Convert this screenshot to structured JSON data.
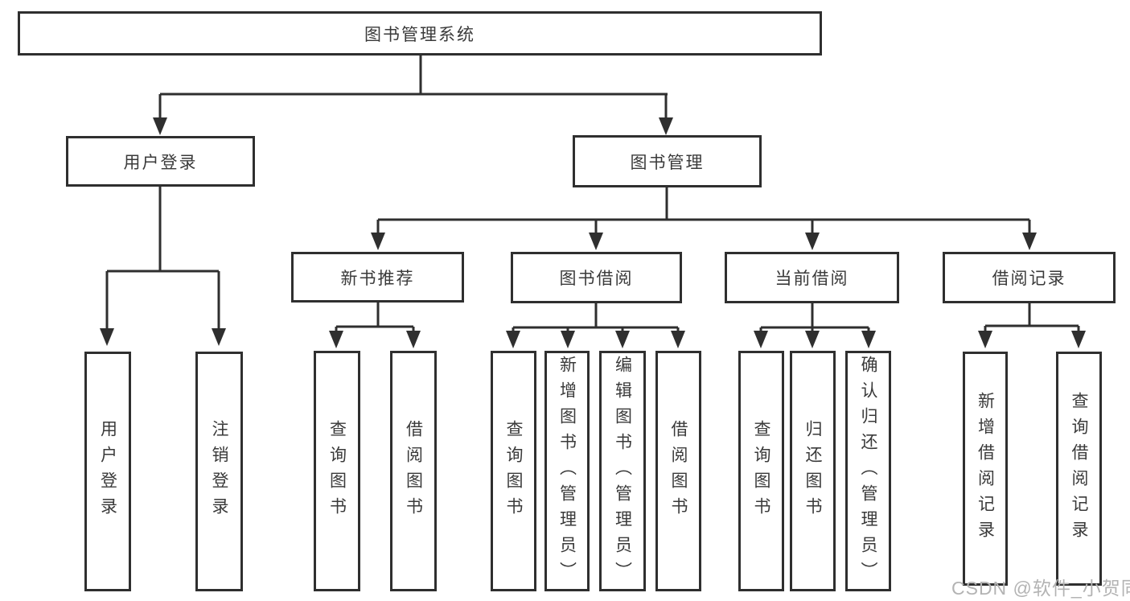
{
  "diagram": {
    "watermark": "CSDN @软件_小贺同学",
    "colors": {
      "line": "#2f2f2f",
      "box_border": "#2f2f2f",
      "box_fill": "#ffffff",
      "text": "#3a3a3a",
      "watermark_color": "#b3b3b3"
    },
    "root": {
      "label": "图书管理系统"
    },
    "branches": [
      {
        "label": "用户登录",
        "children": [
          {
            "label": "用户登录"
          },
          {
            "label": "注销登录"
          }
        ]
      },
      {
        "label": "图书管理",
        "children": [
          {
            "label": "新书推荐",
            "children": [
              {
                "label": "查询图书"
              },
              {
                "label": "借阅图书"
              }
            ]
          },
          {
            "label": "图书借阅",
            "children": [
              {
                "label": "查询图书"
              },
              {
                "label": "新增图书（管理员）"
              },
              {
                "label": "编辑图书（管理员）"
              },
              {
                "label": "借阅图书"
              }
            ]
          },
          {
            "label": "当前借阅",
            "children": [
              {
                "label": "查询图书"
              },
              {
                "label": "归还图书"
              },
              {
                "label": "确认归还（管理员）"
              }
            ]
          },
          {
            "label": "借阅记录",
            "children": [
              {
                "label": "新增借阅记录"
              },
              {
                "label": "查询借阅记录"
              }
            ]
          }
        ]
      }
    ]
  }
}
